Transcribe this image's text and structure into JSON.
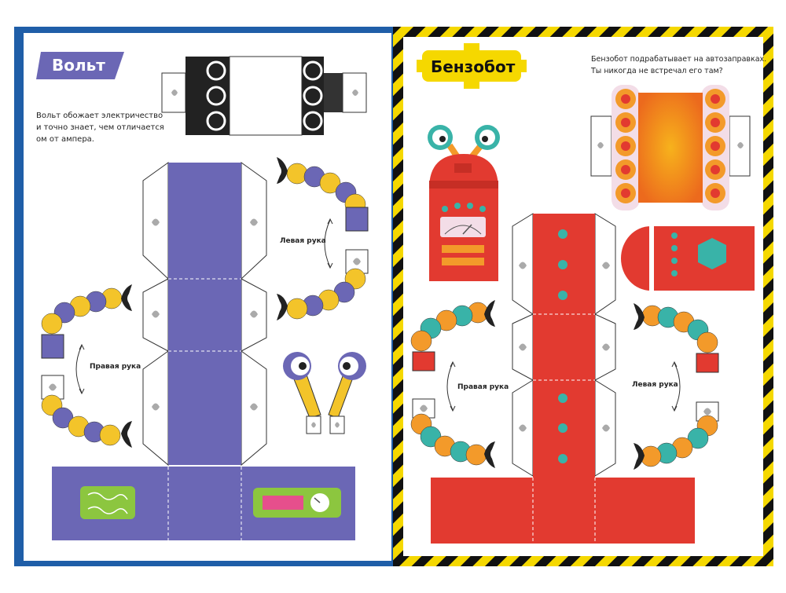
{
  "left_page": {
    "title": "Вольт",
    "description_lines": [
      "Вольт обожает электричество",
      "и точно знает, чем отличается",
      "ом от ампера."
    ],
    "left_arm_label": "Левая рука",
    "right_arm_label": "Правая рука",
    "colors": {
      "border": "#1f5ea8",
      "body": "#6b67b5",
      "accent": "#f3c42a",
      "title_bg": "#6b67b5",
      "panel_green": "#8cc63f",
      "panel_pink": "#e64f8c"
    }
  },
  "right_page": {
    "title": "Бензобот",
    "description_lines": [
      "Бензобот подрабатывает на автозаправках.",
      "Ты никогда не встречал его там?"
    ],
    "right_arm_label": "Правая рука",
    "left_arm_label": "Левая рука",
    "colors": {
      "stripe_yellow": "#f5d800",
      "stripe_black": "#111111",
      "body": "#e23a30",
      "accent": "#f39a2a",
      "teal": "#39b3a8"
    }
  }
}
